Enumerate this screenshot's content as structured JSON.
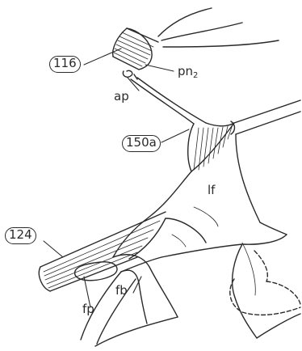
{
  "figure": {
    "refs": {
      "r116": "116",
      "r150a": "150a",
      "r124": "124"
    },
    "labels": {
      "pn": "pn",
      "pn_sub": "2",
      "ap": "ap",
      "lf": "lf",
      "fb": "fb",
      "fp": "fp"
    }
  }
}
